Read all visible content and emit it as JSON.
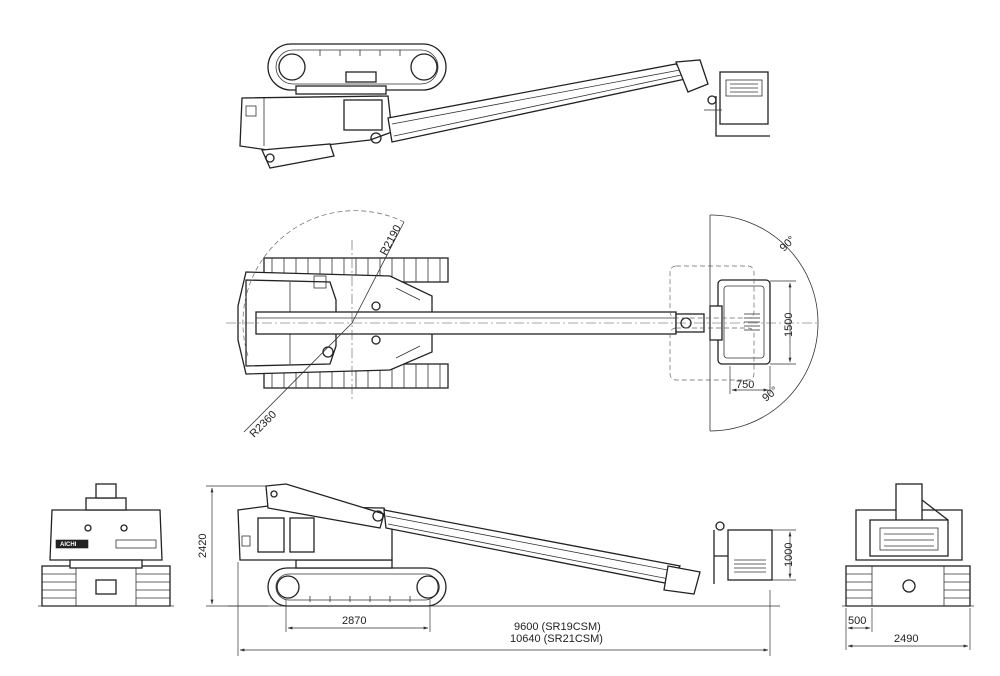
{
  "dimensions": {
    "r2190": "R2190",
    "r2360": "R2360",
    "angle_top": "90°",
    "angle_bottom": "90°",
    "platform_length": "1500",
    "platform_width": "750",
    "height": "2420",
    "platform_height": "1000",
    "tumbler_distance": "2870",
    "length_sr19": "9600 (SR19CSM)",
    "length_sr21": "10640 (SR21CSM)",
    "track_width": "500",
    "overall_width": "2490"
  },
  "logo_text": "AICHI",
  "colors": {
    "line": "#222222",
    "background": "#ffffff"
  }
}
